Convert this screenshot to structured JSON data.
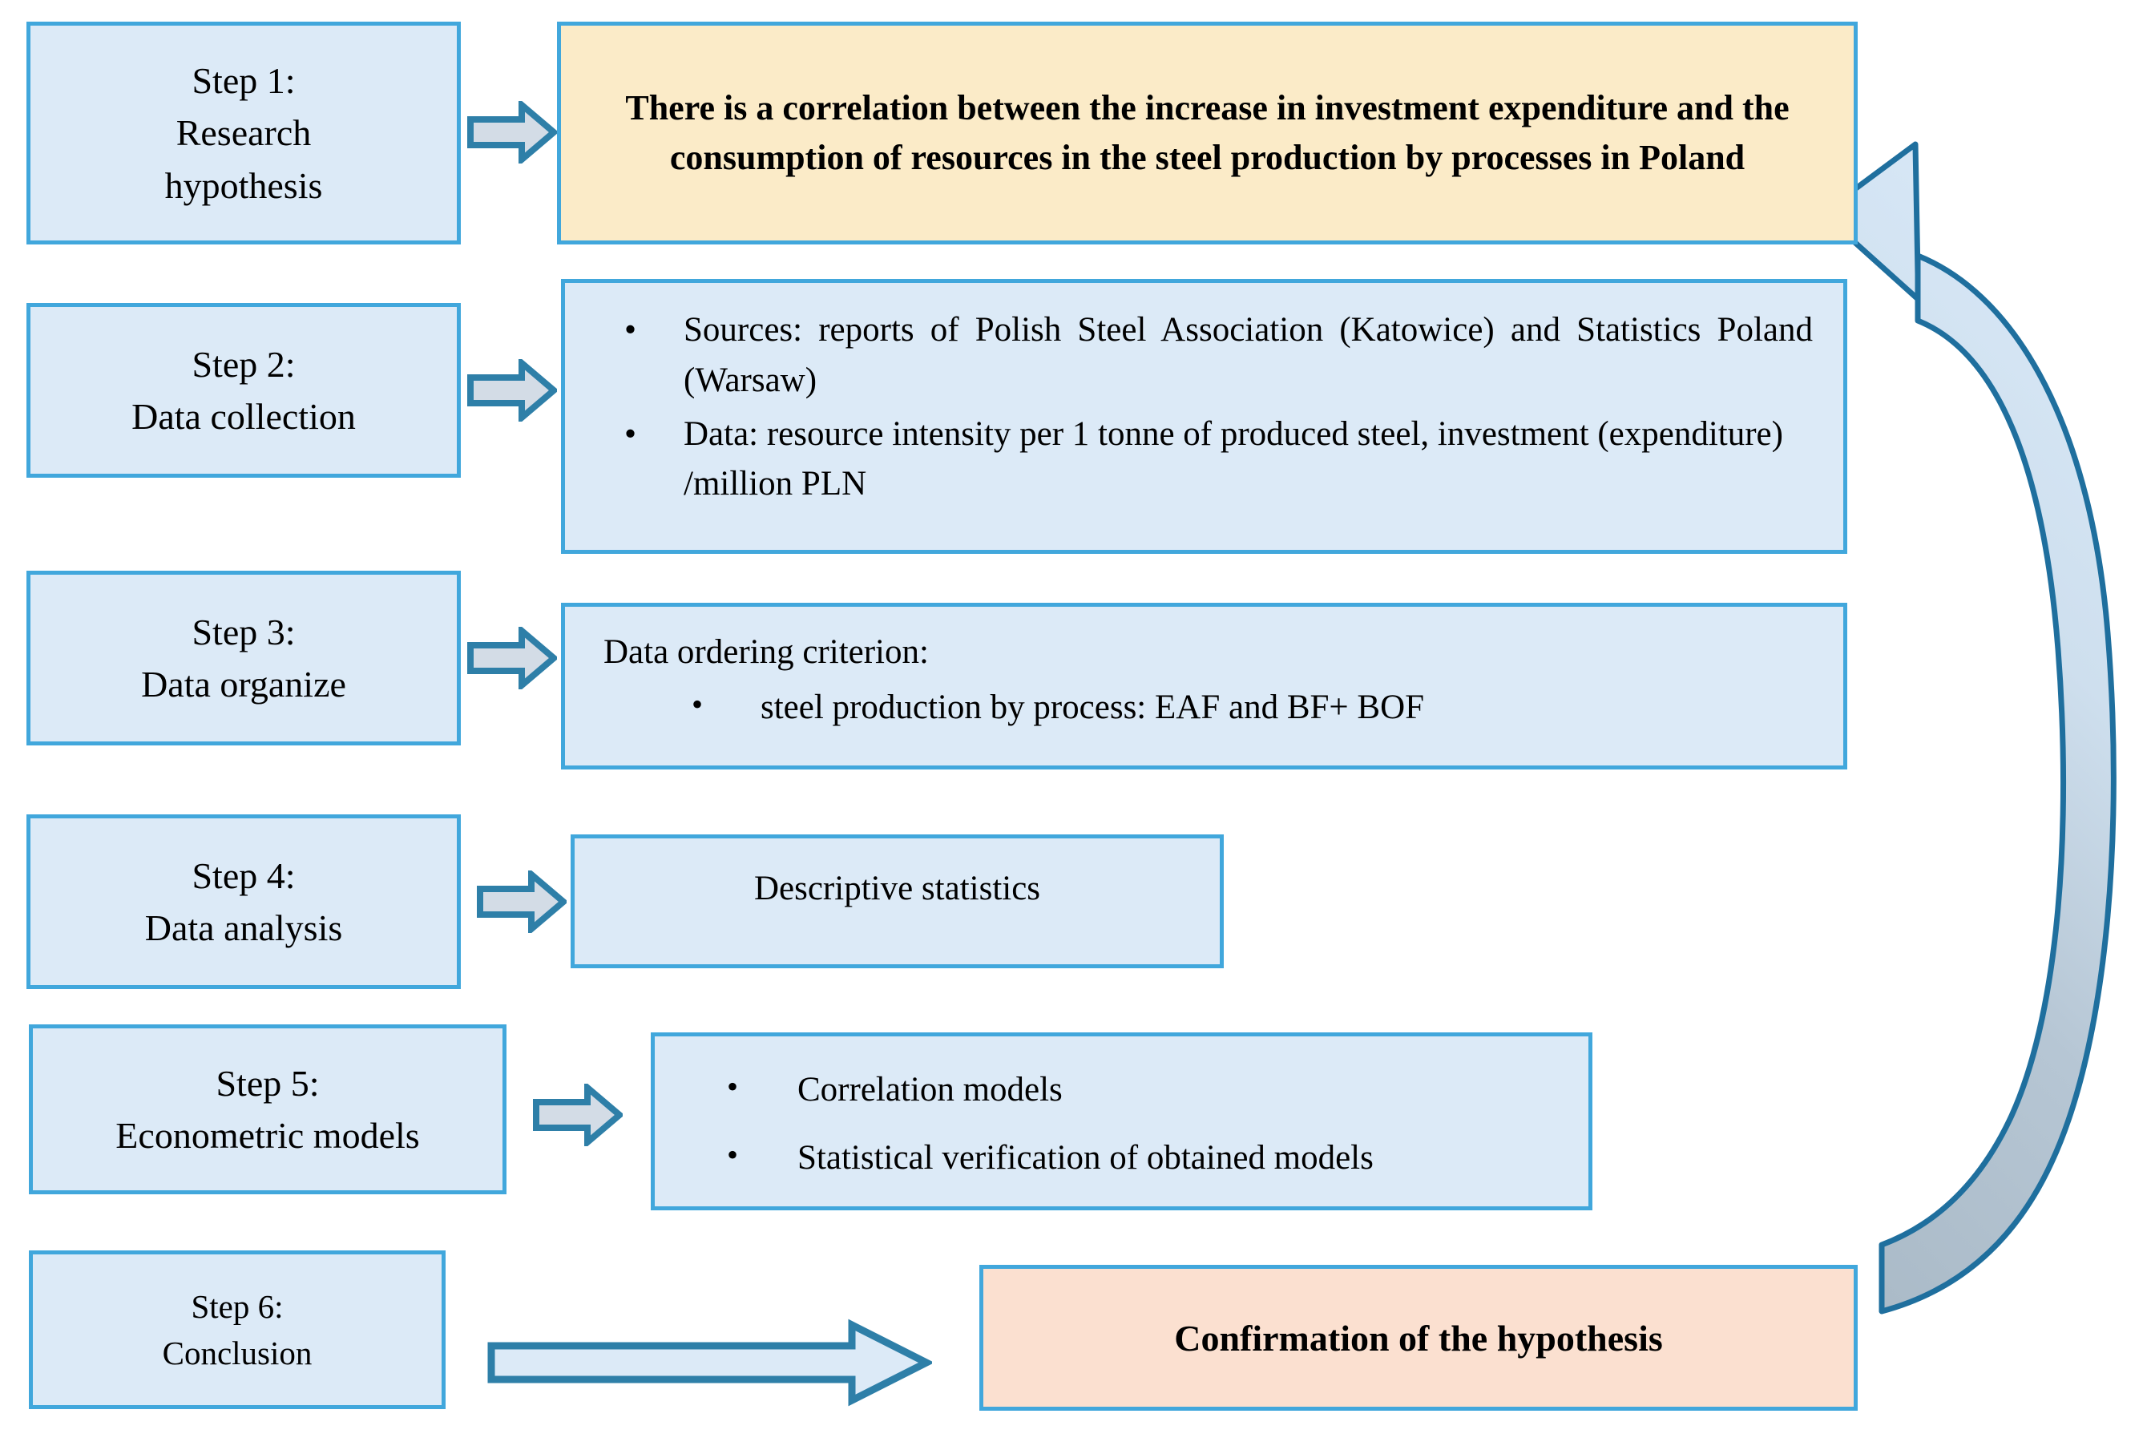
{
  "diagram": {
    "title_alt": "Research methodology flowchart",
    "colors": {
      "box_border": "#41A7DC",
      "box_fill": "#DCEAF7",
      "hypothesis_fill": "#FBEBC8",
      "confirmation_fill": "#FBE0D0",
      "arrow_fill": "#D3DCE6",
      "arrow_stroke": "#2E7FA8",
      "feedback_arrow_top_fill": "#D3E4F3",
      "feedback_arrow_bottom_fill": "#AEBDC9",
      "feedback_arrow_stroke": "#1F6F9E"
    },
    "steps": [
      {
        "id": "step1",
        "label": "Step 1:\nResearch\nhypothesis"
      },
      {
        "id": "step2",
        "label": "Step 2:\nData collection"
      },
      {
        "id": "step3",
        "label": "Step 3:\nData organize"
      },
      {
        "id": "step4",
        "label": "Step 4:\nData analysis"
      },
      {
        "id": "step5",
        "label": "Step 5:\nEconometric models"
      },
      {
        "id": "step6",
        "label": "Step 6:\nConclusion"
      }
    ],
    "hypothesis": {
      "text": "There is a correlation between the increase in investment expenditure and the consumption of resources in the steel production by processes in Poland"
    },
    "data_collection": {
      "bullets": [
        "Sources: reports of Polish Steel Association (Katowice) and Statistics Poland (Warsaw)",
        "Data: resource intensity per 1 tonne of produced steel, investment (expenditure) /million PLN"
      ],
      "bullet_glyph": "•"
    },
    "data_organize": {
      "heading": "Data ordering criterion:",
      "bullets": [
        "steel production by process: EAF and BF+ BOF"
      ],
      "bullet_glyph": "•"
    },
    "data_analysis": {
      "text": "Descriptive statistics"
    },
    "econometric_models": {
      "bullets": [
        "Correlation models",
        "Statistical verification of obtained models"
      ],
      "bullet_glyph": "•"
    },
    "confirmation": {
      "text": "Confirmation of the hypothesis"
    },
    "connectors": {
      "step1_arrow": "right-arrow",
      "step2_arrow": "right-arrow",
      "step3_arrow": "right-arrow",
      "step4_arrow": "right-arrow",
      "step5_arrow": "right-arrow",
      "step6_arrow": "long-right-arrow",
      "feedback_arrow": "curved-feedback-arrow"
    }
  }
}
